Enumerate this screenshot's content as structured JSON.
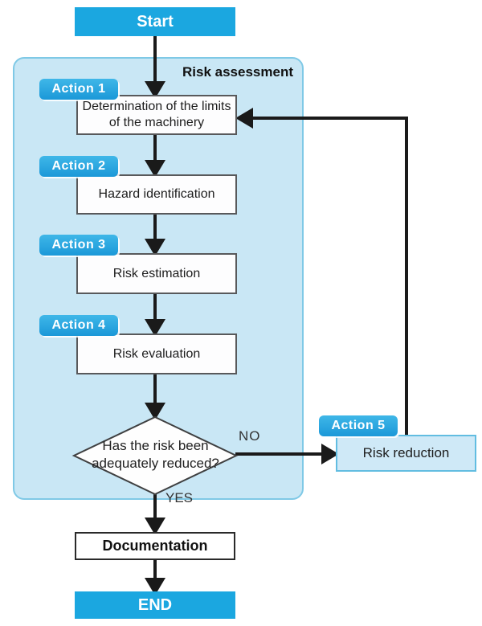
{
  "nodes": {
    "start": {
      "label": "Start"
    },
    "container": {
      "title": "Risk assessment"
    },
    "steps": [
      {
        "badge": "Action 1",
        "label": "Determination of the limits of the machinery"
      },
      {
        "badge": "Action 2",
        "label": "Hazard identification"
      },
      {
        "badge": "Action 3",
        "label": "Risk estimation"
      },
      {
        "badge": "Action 4",
        "label": "Risk evaluation"
      }
    ],
    "decision": {
      "line1": "Has the risk been",
      "line2": "adequately reduced?"
    },
    "reduction": {
      "badge": "Action 5",
      "label": "Risk reduction"
    },
    "documentation": {
      "label": "Documentation"
    },
    "end": {
      "label": "END"
    },
    "edge_labels": {
      "no": "NO",
      "yes": "YES"
    }
  },
  "colors": {
    "terminal_fill": "#1BA7E0",
    "badge_fill": "#1B98D8",
    "container_fill": "#C9E7F5",
    "container_border": "#7FC9E6",
    "process_box_border": "#58595B",
    "reduction_fill": "#CFE9F7",
    "reduction_border": "#62BDE1",
    "arrow": "#1A1A1A"
  }
}
